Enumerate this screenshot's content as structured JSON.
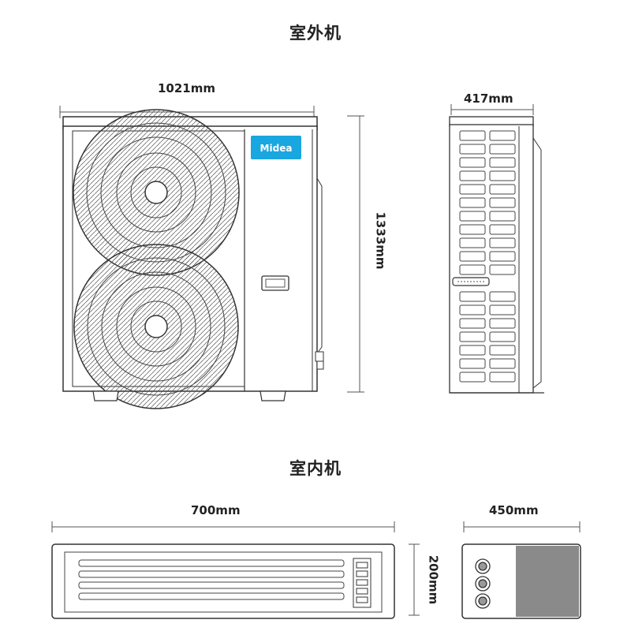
{
  "outdoor": {
    "title": "室外机",
    "width_label": "1021mm",
    "height_label": "1333mm",
    "depth_label": "417mm",
    "brand": "Midea",
    "brand_color": "#1aa6df"
  },
  "indoor": {
    "title": "室内机",
    "width_label": "700mm",
    "depth_label": "450mm",
    "height_label": "200mm"
  }
}
